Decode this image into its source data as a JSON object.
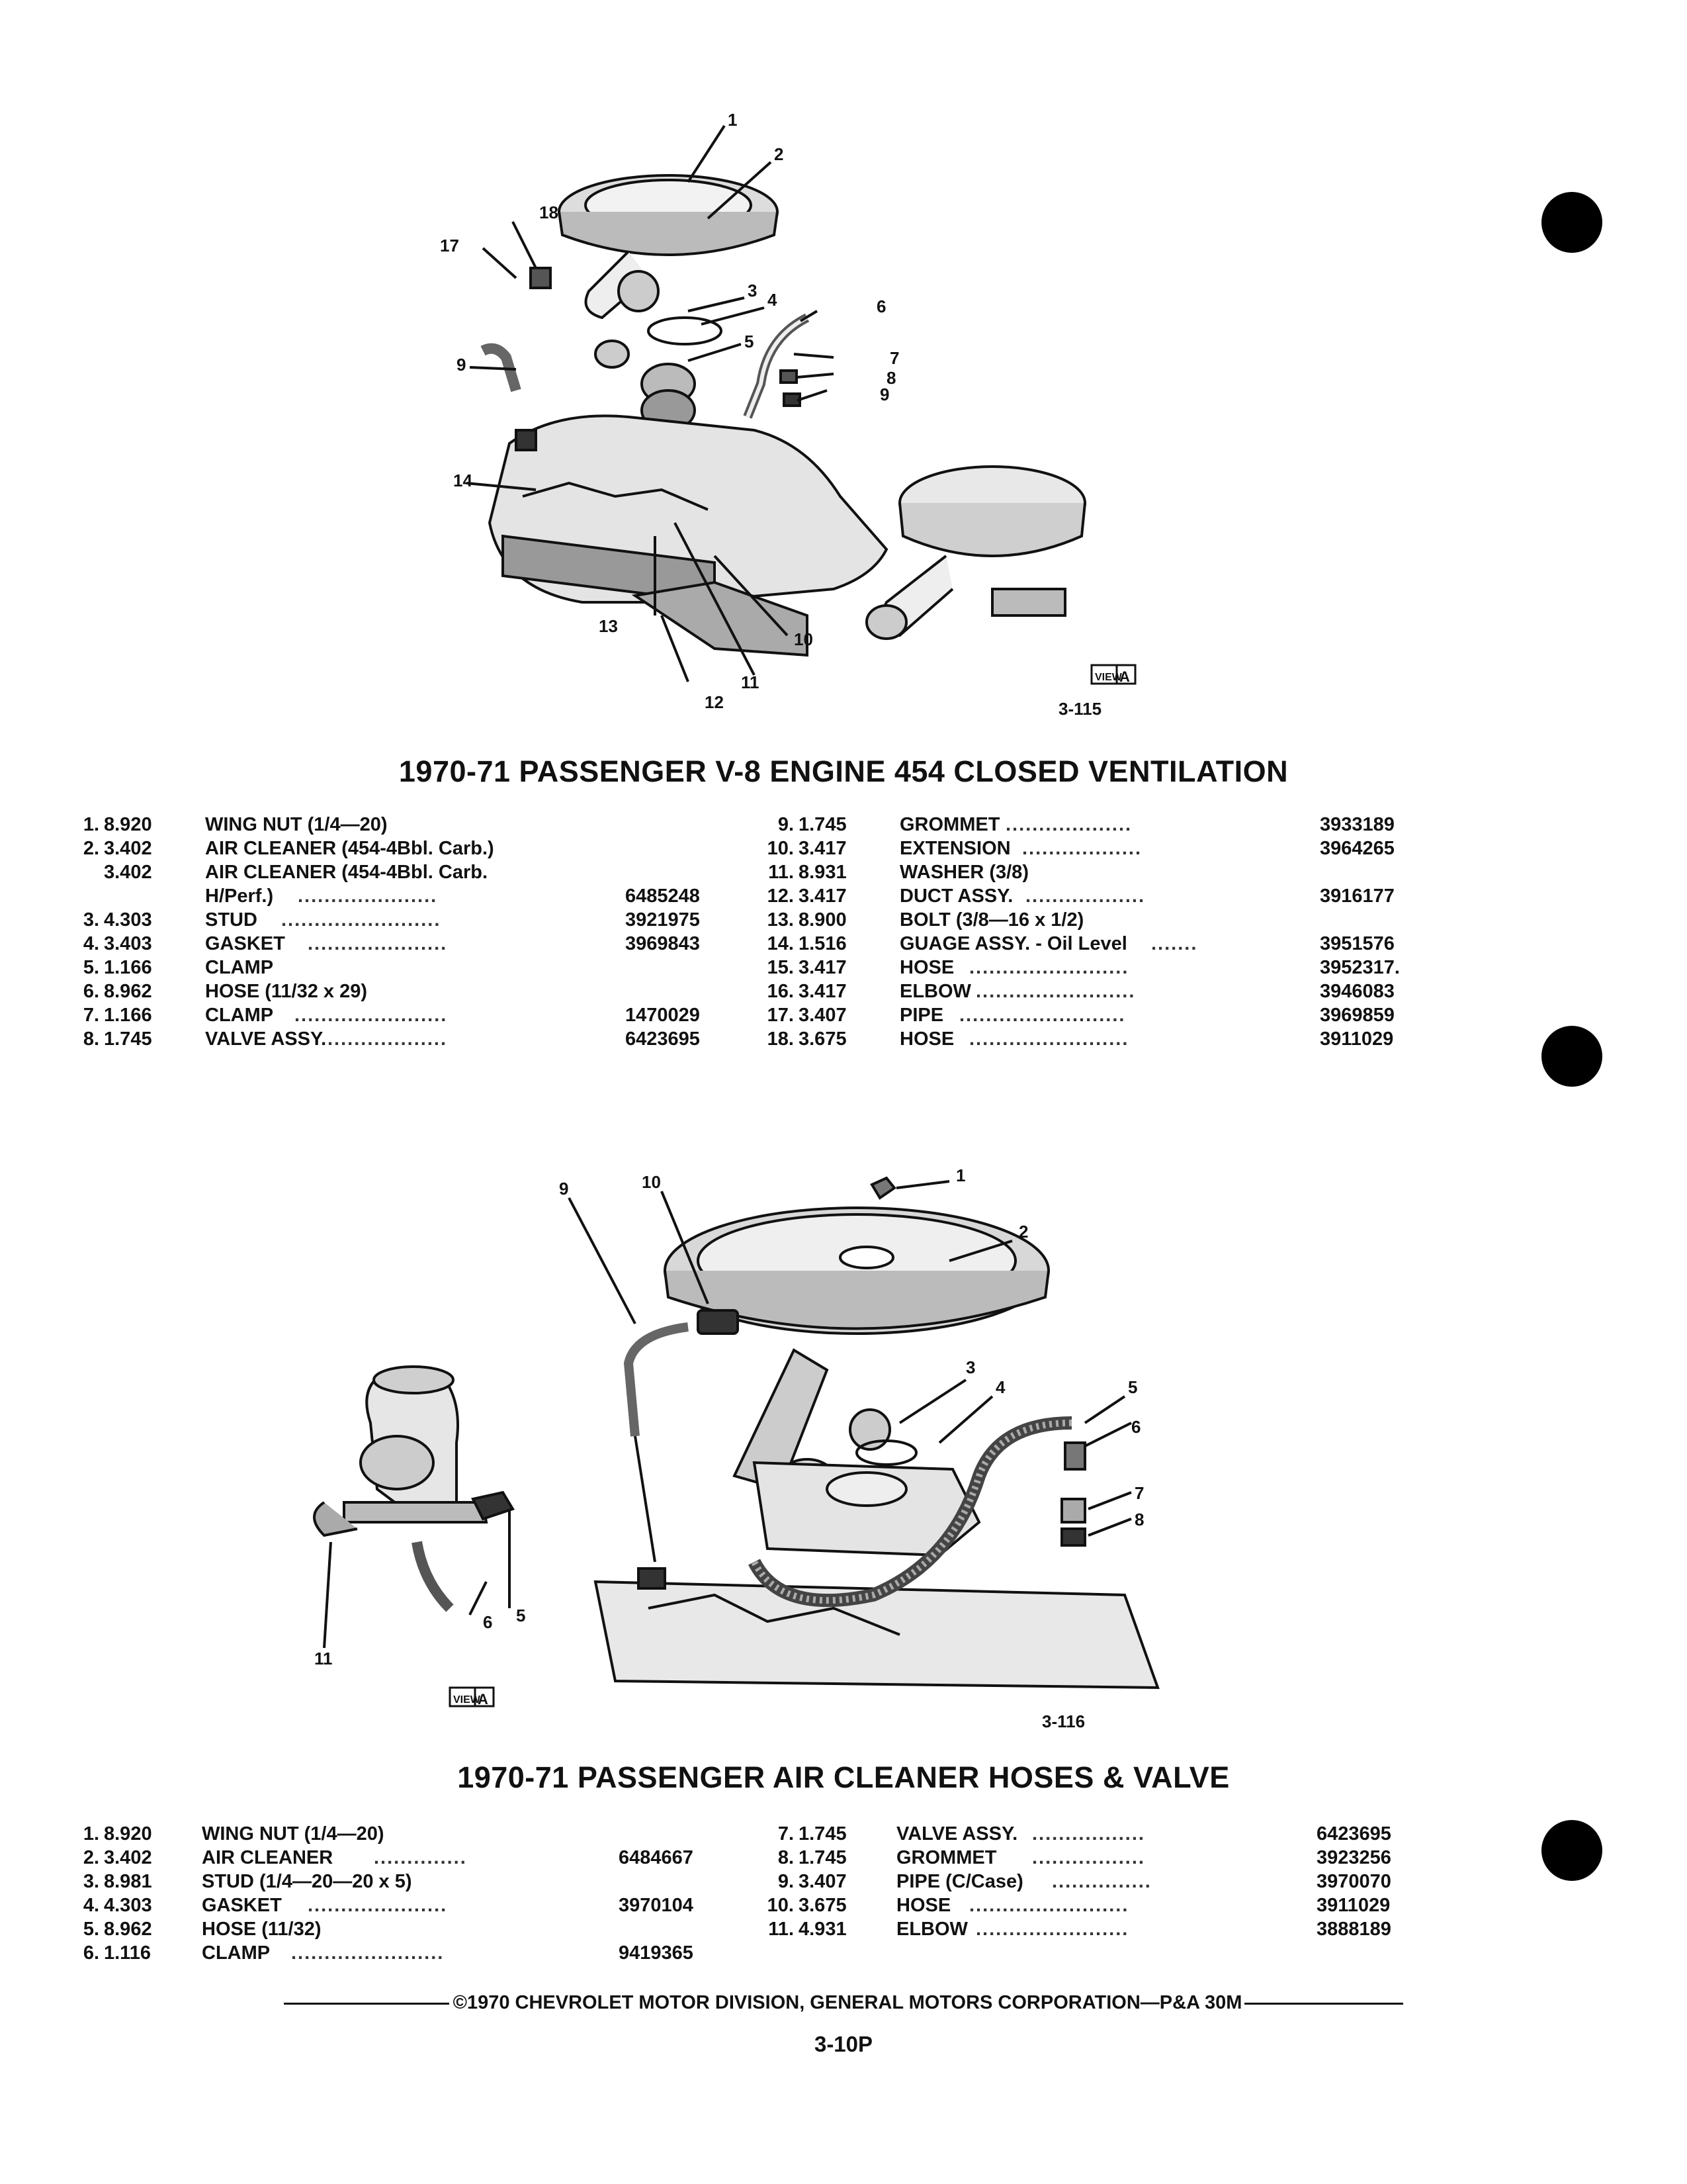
{
  "section1": {
    "figure": {
      "callouts": [
        "1",
        "2",
        "3",
        "4",
        "5",
        "6",
        "7",
        "8",
        "9",
        "9",
        "10",
        "11",
        "12",
        "13",
        "14",
        "17",
        "18"
      ],
      "view_label": "VIEW",
      "view_letter": "A",
      "figure_number": "3-115"
    },
    "title": "1970-71 PASSENGER V-8 ENGINE 454 CLOSED VENTILATION",
    "parts_left": [
      {
        "num": "1.",
        "cat": "8.920",
        "name": "WING NUT (1/4—20)",
        "pn": ""
      },
      {
        "num": "2.",
        "cat": "3.402",
        "name": "AIR CLEANER (454-4Bbl. Carb.)",
        "pn": ""
      },
      {
        "num": "",
        "cat": "3.402",
        "name": "AIR CLEANER (454-4Bbl. Carb.",
        "pn": ""
      },
      {
        "num": "",
        "cat": "",
        "name": "H/Perf.)",
        "pn": "6485248"
      },
      {
        "num": "3.",
        "cat": "4.303",
        "name": "STUD",
        "pn": "3921975"
      },
      {
        "num": "4.",
        "cat": "3.403",
        "name": "GASKET",
        "pn": "3969843"
      },
      {
        "num": "5.",
        "cat": "1.166",
        "name": "CLAMP",
        "pn": ""
      },
      {
        "num": "6.",
        "cat": "8.962",
        "name": "HOSE (11/32 x 29)",
        "pn": ""
      },
      {
        "num": "7.",
        "cat": "1.166",
        "name": "CLAMP",
        "pn": "1470029"
      },
      {
        "num": "8.",
        "cat": "1.745",
        "name": "VALVE ASSY.",
        "pn": "6423695"
      }
    ],
    "parts_right": [
      {
        "num": "9.",
        "cat": "1.745",
        "name": "GROMMET",
        "pn": "3933189"
      },
      {
        "num": "10.",
        "cat": "3.417",
        "name": "EXTENSION",
        "pn": "3964265"
      },
      {
        "num": "11.",
        "cat": "8.931",
        "name": "WASHER (3/8)",
        "pn": ""
      },
      {
        "num": "12.",
        "cat": "3.417",
        "name": "DUCT ASSY.",
        "pn": "3916177"
      },
      {
        "num": "13.",
        "cat": "8.900",
        "name": "BOLT (3/8—16 x 1/2)",
        "pn": ""
      },
      {
        "num": "14.",
        "cat": "1.516",
        "name": "GUAGE ASSY. - Oil Level",
        "pn": "3951576"
      },
      {
        "num": "15.",
        "cat": "3.417",
        "name": "HOSE",
        "pn": "3952317."
      },
      {
        "num": "16.",
        "cat": "3.417",
        "name": "ELBOW",
        "pn": "3946083"
      },
      {
        "num": "17.",
        "cat": "3.407",
        "name": "PIPE",
        "pn": "3969859"
      },
      {
        "num": "18.",
        "cat": "3.675",
        "name": "HOSE",
        "pn": "3911029"
      }
    ]
  },
  "section2": {
    "figure": {
      "callouts": [
        "1",
        "2",
        "3",
        "4",
        "5",
        "5",
        "6",
        "6",
        "7",
        "8",
        "9",
        "10",
        "11"
      ],
      "view_label": "VIEW",
      "view_letter": "A",
      "figure_number": "3-116"
    },
    "title": "1970-71 PASSENGER AIR CLEANER HOSES & VALVE",
    "parts_left": [
      {
        "num": "1.",
        "cat": "8.920",
        "name": "WING NUT (1/4—20)",
        "pn": ""
      },
      {
        "num": "2.",
        "cat": "3.402",
        "name": "AIR CLEANER",
        "pn": "6484667"
      },
      {
        "num": "3.",
        "cat": "8.981",
        "name": "STUD (1/4—20—20 x 5)",
        "pn": ""
      },
      {
        "num": "4.",
        "cat": "4.303",
        "name": "GASKET",
        "pn": "3970104"
      },
      {
        "num": "5.",
        "cat": "8.962",
        "name": "HOSE (11/32)",
        "pn": ""
      },
      {
        "num": "6.",
        "cat": "1.116",
        "name": "CLAMP",
        "pn": "9419365"
      }
    ],
    "parts_right": [
      {
        "num": "7.",
        "cat": "1.745",
        "name": "VALVE ASSY.",
        "pn": "6423695"
      },
      {
        "num": "8.",
        "cat": "1.745",
        "name": "GROMMET",
        "pn": "3923256"
      },
      {
        "num": "9.",
        "cat": "3.407",
        "name": "PIPE (C/Case)",
        "pn": "3970070"
      },
      {
        "num": "10.",
        "cat": "3.675",
        "name": "HOSE",
        "pn": "3911029"
      },
      {
        "num": "11.",
        "cat": "4.931",
        "name": "ELBOW",
        "pn": "3888189"
      }
    ]
  },
  "footer": {
    "copyright": "©1970 CHEVROLET MOTOR DIVISION, GENERAL MOTORS CORPORATION—P&A 30M",
    "page_number": "3-10P"
  }
}
